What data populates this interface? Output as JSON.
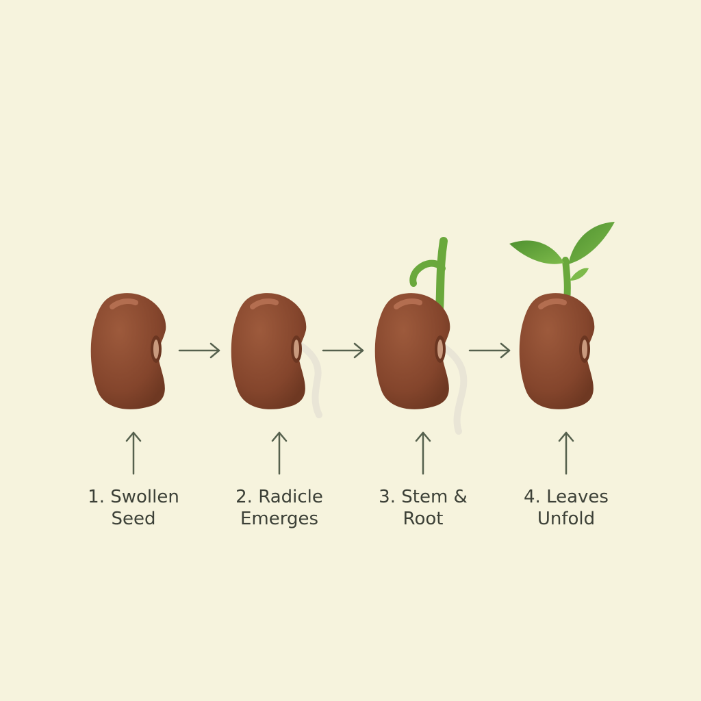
{
  "diagram": {
    "stages": [
      {
        "line1": "1. Swollen",
        "line2": "Seed",
        "root": "none",
        "shoot": "none"
      },
      {
        "line1": "2. Radicle",
        "line2": "Emerges",
        "root": "short",
        "shoot": "none"
      },
      {
        "line1": "3. Stem &",
        "line2": "Root",
        "root": "long",
        "shoot": "hooked"
      },
      {
        "line1": "4. Leaves",
        "line2": "Unfold",
        "root": "none",
        "shoot": "leaves"
      }
    ],
    "colors": {
      "background": "#f6f3dd",
      "seed": "#8b4a30",
      "seed_shadow": "#6e3822",
      "hilum": "#c99a7e",
      "root": "#e9e5d6",
      "stem": "#6aa83c",
      "leaf": "#63a33a",
      "arrow": "#55604d",
      "text": "#3c4037"
    }
  }
}
